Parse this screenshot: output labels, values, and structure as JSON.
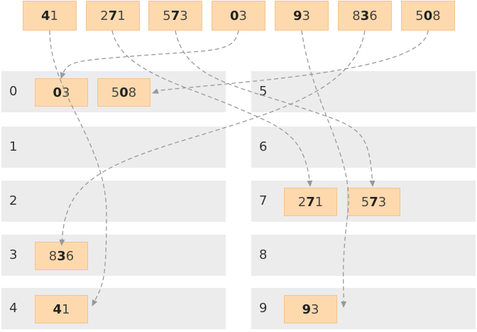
{
  "input_numbers": [
    {
      "id": "41",
      "parts": [
        "",
        "4",
        "1"
      ]
    },
    {
      "id": "271",
      "parts": [
        "2",
        "7",
        "1"
      ]
    },
    {
      "id": "573",
      "parts": [
        "5",
        "7",
        "3"
      ]
    },
    {
      "id": "03",
      "parts": [
        "",
        "0",
        "3"
      ]
    },
    {
      "id": "93",
      "parts": [
        "",
        "9",
        "3"
      ]
    },
    {
      "id": "836",
      "parts": [
        "8",
        "3",
        "6"
      ]
    },
    {
      "id": "508",
      "parts": [
        "5",
        "0",
        "8"
      ]
    }
  ],
  "buckets": [
    {
      "label": "0",
      "items": [
        {
          "id": "03",
          "parts": [
            "",
            "0",
            "3"
          ]
        },
        {
          "id": "508",
          "parts": [
            "5",
            "0",
            "8"
          ]
        }
      ]
    },
    {
      "label": "1",
      "items": []
    },
    {
      "label": "2",
      "items": []
    },
    {
      "label": "3",
      "items": [
        {
          "id": "836",
          "parts": [
            "8",
            "3",
            "6"
          ]
        }
      ]
    },
    {
      "label": "4",
      "items": [
        {
          "id": "41",
          "parts": [
            "",
            "4",
            "1"
          ]
        }
      ]
    },
    {
      "label": "5",
      "items": []
    },
    {
      "label": "6",
      "items": []
    },
    {
      "label": "7",
      "items": [
        {
          "id": "271",
          "parts": [
            "2",
            "7",
            "1"
          ]
        },
        {
          "id": "573",
          "parts": [
            "5",
            "7",
            "3"
          ]
        }
      ]
    },
    {
      "label": "8",
      "items": []
    },
    {
      "label": "9",
      "items": [
        {
          "id": "93",
          "parts": [
            "",
            "9",
            "3"
          ]
        }
      ]
    }
  ],
  "colors": {
    "box_fill": "#fdd9ad",
    "row_fill": "#ececec",
    "arrow": "#999999"
  }
}
